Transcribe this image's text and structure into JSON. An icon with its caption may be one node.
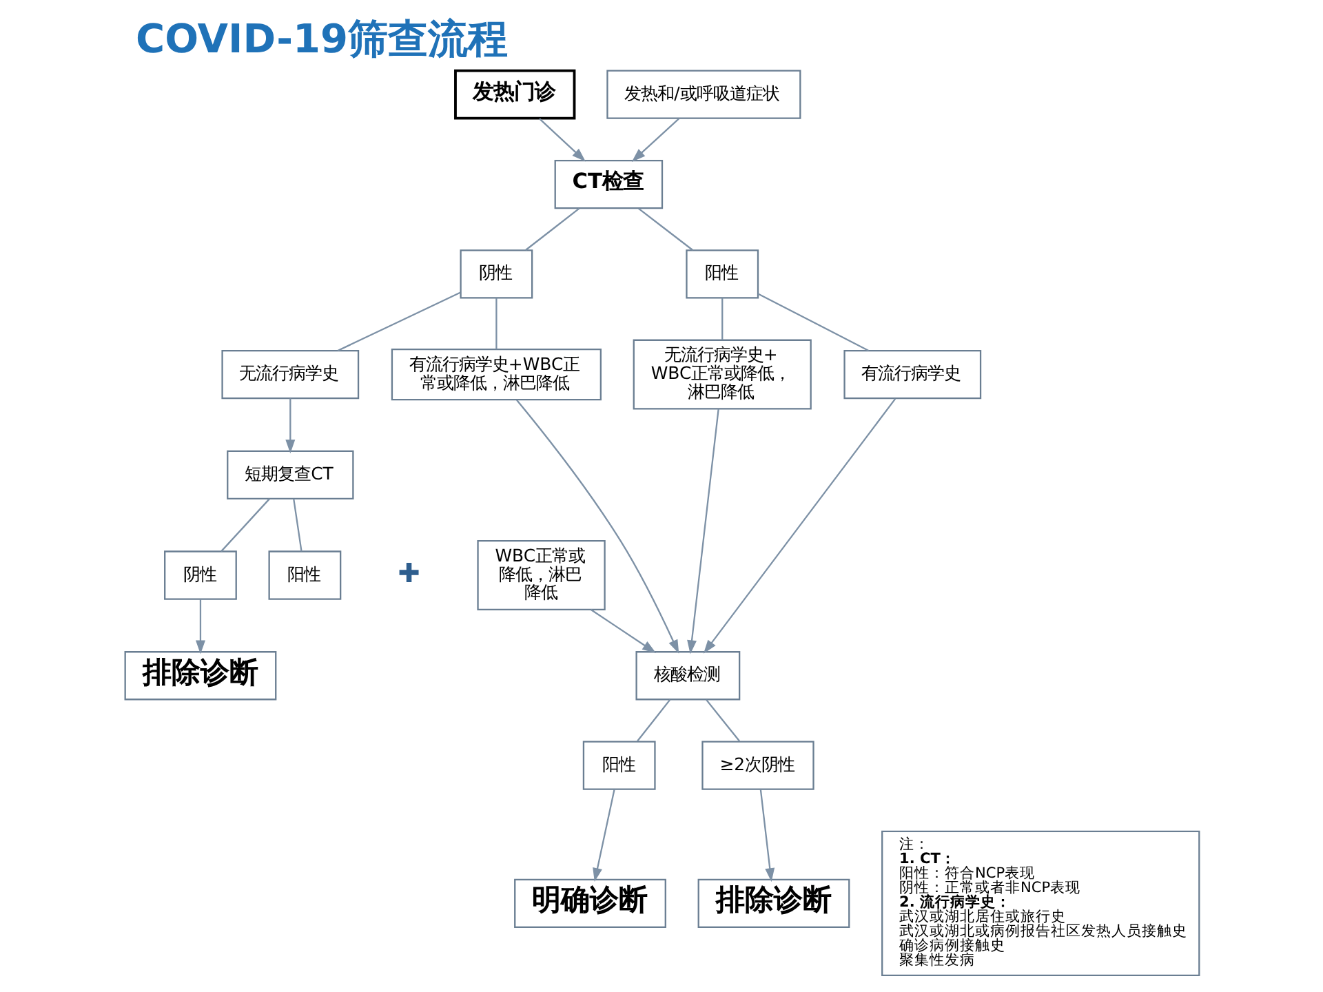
{
  "diagram": {
    "title": "COVID-19筛查流程",
    "nodes": [
      {
        "text": [
          "发热门诊"
        ]
      },
      {
        "text": [
          "发热和/或呼吸道症状"
        ]
      },
      {
        "text": [
          "CT检查"
        ]
      },
      {
        "text": [
          "阴性"
        ]
      },
      {
        "text": [
          "阳性"
        ]
      },
      {
        "text": [
          "无流行病学史"
        ]
      },
      {
        "text": [
          "有流行病学史+WBC正常或降低，淋巴降低"
        ]
      },
      {
        "text": [
          "无流行病学史+WBC正常或降低，淋巴降低"
        ]
      },
      {
        "text": [
          "有流行病学史"
        ]
      },
      {
        "text": [
          "短期复查CT"
        ]
      },
      {
        "text": [
          "阴性"
        ]
      },
      {
        "text": [
          "阳性"
        ]
      },
      {
        "text": [
          "WBC正常或降低，淋巴降低"
        ]
      },
      {
        "text": [
          "核酸检测"
        ]
      },
      {
        "text": [
          "排除诊断"
        ]
      },
      {
        "text": [
          "阳性"
        ]
      },
      {
        "text": [
          "≥2次阴性"
        ]
      },
      {
        "text": [
          "明确诊断"
        ]
      },
      {
        "text": [
          "排除诊断"
        ]
      },
      {
        "text": [
          "注：",
          "1. CT：",
          "阳性：符合NCP表现",
          "阴性：正常或者非NCP表现",
          "2. 流行病学史：",
          "武汉或湖北居住或旅行史",
          "武汉或湖北或病例报告社区发热人员接触史",
          "确诊病例接触史",
          "聚集性发病"
        ]
      }
    ],
    "edges": [
      {
        "from": 0,
        "to": 2,
        "arrow": "to"
      },
      {
        "from": 1,
        "to": 2,
        "arrow": "to"
      },
      {
        "from": 2,
        "to": 3,
        "arrow": "none"
      },
      {
        "from": 2,
        "to": 4,
        "arrow": "none"
      },
      {
        "from": 3,
        "to": 5,
        "arrow": "none"
      },
      {
        "from": 3,
        "to": 6,
        "arrow": "none"
      },
      {
        "from": 4,
        "to": 7,
        "arrow": "none"
      },
      {
        "from": 4,
        "to": 8,
        "arrow": "none"
      },
      {
        "from": 5,
        "to": 9,
        "arrow": "to"
      },
      {
        "from": 9,
        "to": 10,
        "arrow": "none"
      },
      {
        "from": 9,
        "to": 11,
        "arrow": "none"
      },
      {
        "from": 10,
        "to": 14,
        "arrow": "to"
      },
      {
        "from": 12,
        "to": 13,
        "arrow": "to"
      },
      {
        "from": 6,
        "to": 13,
        "arrow": "to"
      },
      {
        "from": 7,
        "to": 13,
        "arrow": "to"
      },
      {
        "from": 8,
        "to": 13,
        "arrow": "to"
      },
      {
        "from": 13,
        "to": 15,
        "arrow": "none"
      },
      {
        "from": 13,
        "to": 16,
        "arrow": "none"
      },
      {
        "from": 15,
        "to": 17,
        "arrow": "to"
      },
      {
        "from": 16,
        "to": 18,
        "arrow": "to"
      }
    ],
    "labels": [
      "✚"
    ]
  }
}
